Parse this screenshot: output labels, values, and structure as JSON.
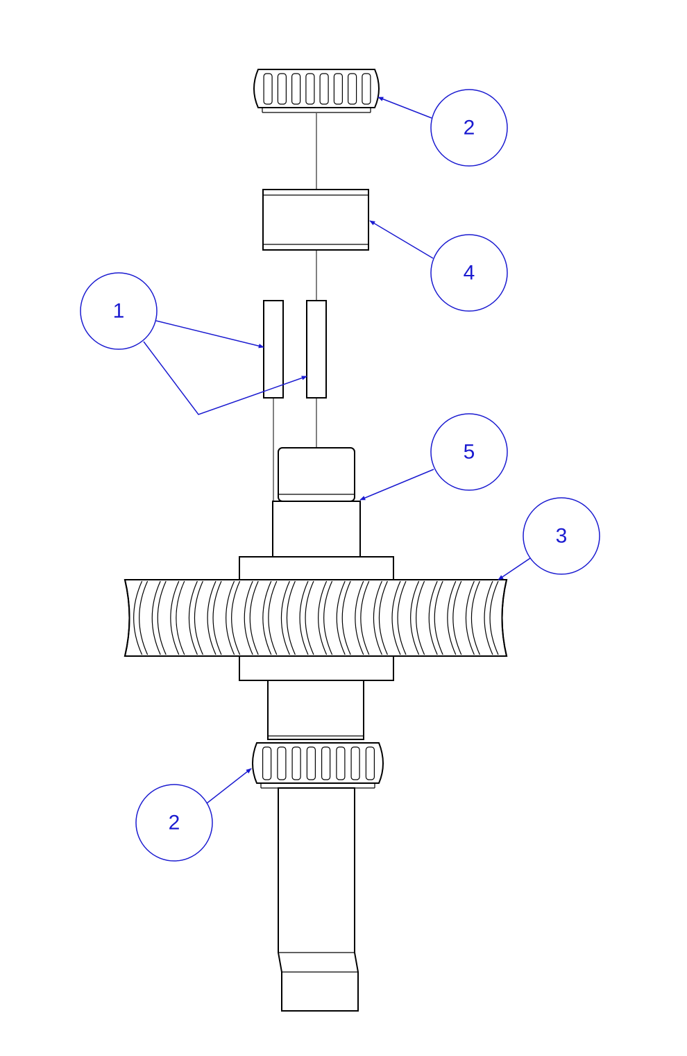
{
  "colors": {
    "annotation": "#1a1ad0",
    "linework": "#000000",
    "background": "#ffffff"
  },
  "callouts": [
    {
      "id": "callout-top-bearing",
      "number": "2"
    },
    {
      "id": "callout-spacer",
      "number": "4"
    },
    {
      "id": "callout-keys",
      "number": "1"
    },
    {
      "id": "callout-shaft-shoulder",
      "number": "5"
    },
    {
      "id": "callout-worm-gear",
      "number": "3"
    },
    {
      "id": "callout-bottom-bearing",
      "number": "2"
    }
  ]
}
